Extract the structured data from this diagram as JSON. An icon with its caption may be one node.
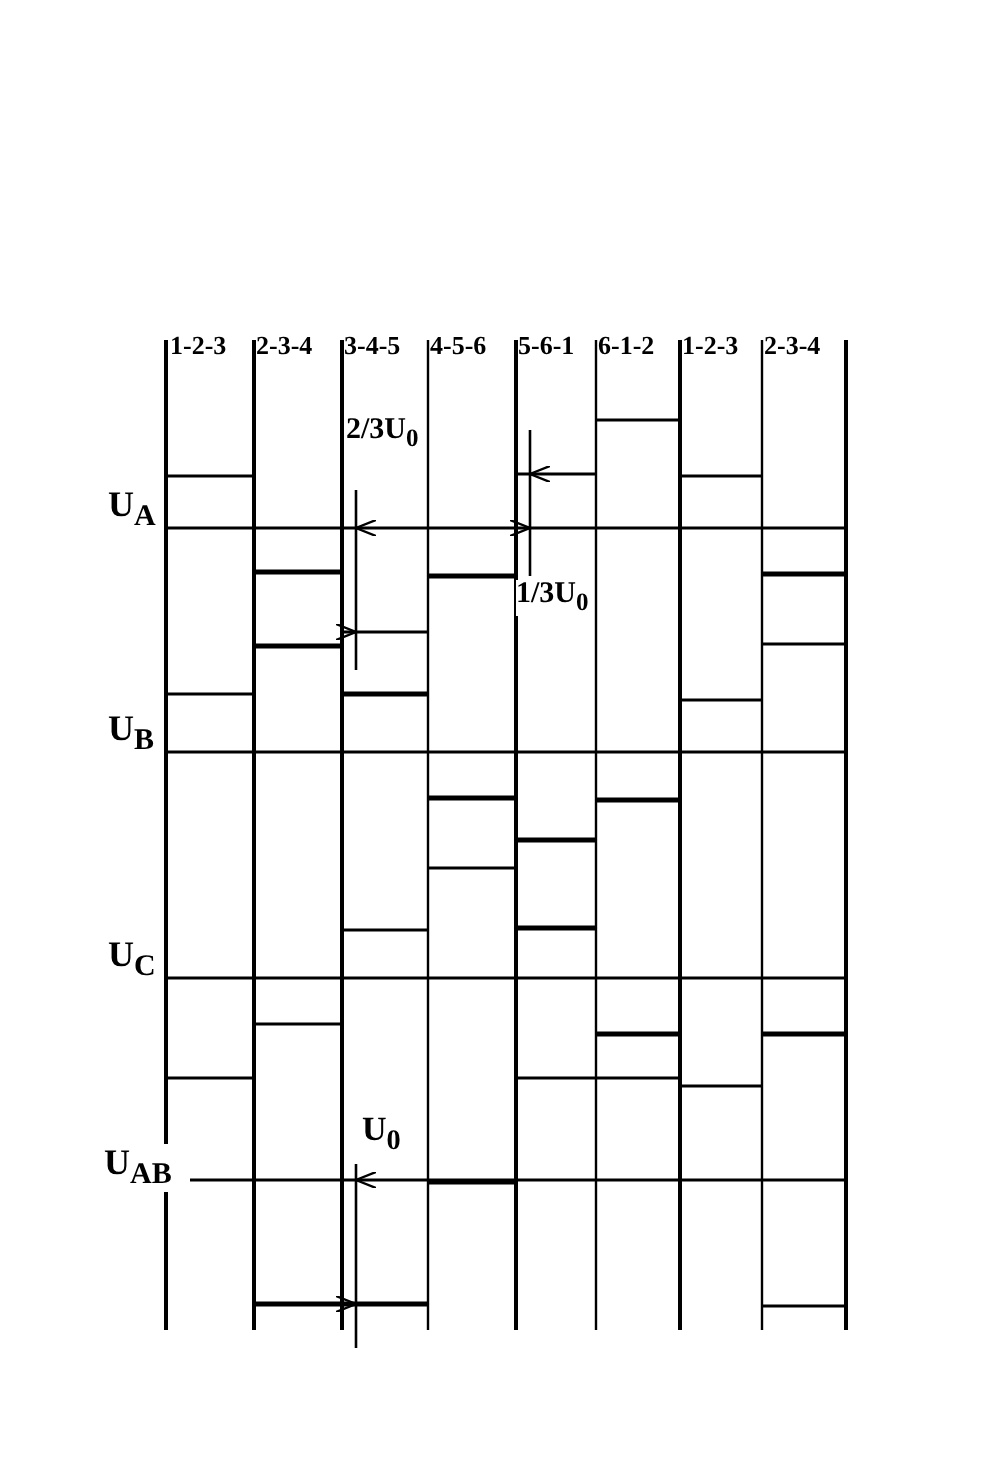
{
  "diagram": {
    "labels": [
      "1-2-3",
      "2-3-4",
      "3-4-5",
      "4-5-6",
      "5-6-1",
      "6-1-2",
      "1-2-3",
      "2-3-4",
      "2/3U$_{0}$",
      "U$_{A}$",
      "1/3U$_{0}$",
      "U$_{B}$",
      "U$_{C}$",
      "U$_{0}$",
      "U$_{AB}$"
    ]
  }
}
